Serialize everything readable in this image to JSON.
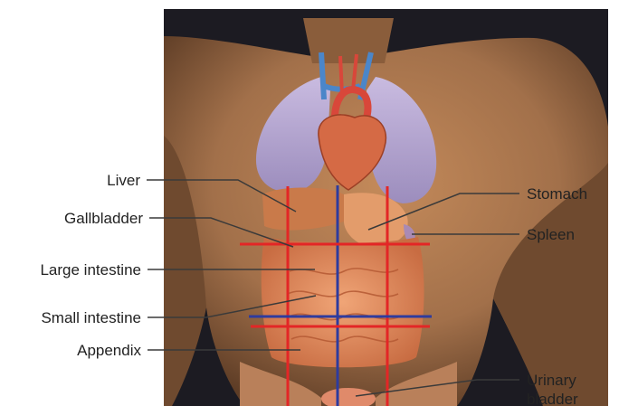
{
  "labels": {
    "liver": "Liver",
    "gallbladder": "Gallbladder",
    "large_intestine": "Large intestine",
    "small_intestine": "Small intestine",
    "appendix": "Appendix",
    "stomach": "Stomach",
    "spleen": "Spleen",
    "urinary_bladder_line1": "Urinary",
    "urinary_bladder_line2": "bladder"
  },
  "colors": {
    "background": "#1c1b22",
    "skin": "#a9774d",
    "lung": "#b8a8cf",
    "heart": "#d26c47",
    "organs": "#de8c5f",
    "vertical_line_red": "#e32626",
    "horizontal_line_red": "#e32626",
    "center_line_blue": "#2e3b9e",
    "leader_line": "#3a3a3a"
  }
}
